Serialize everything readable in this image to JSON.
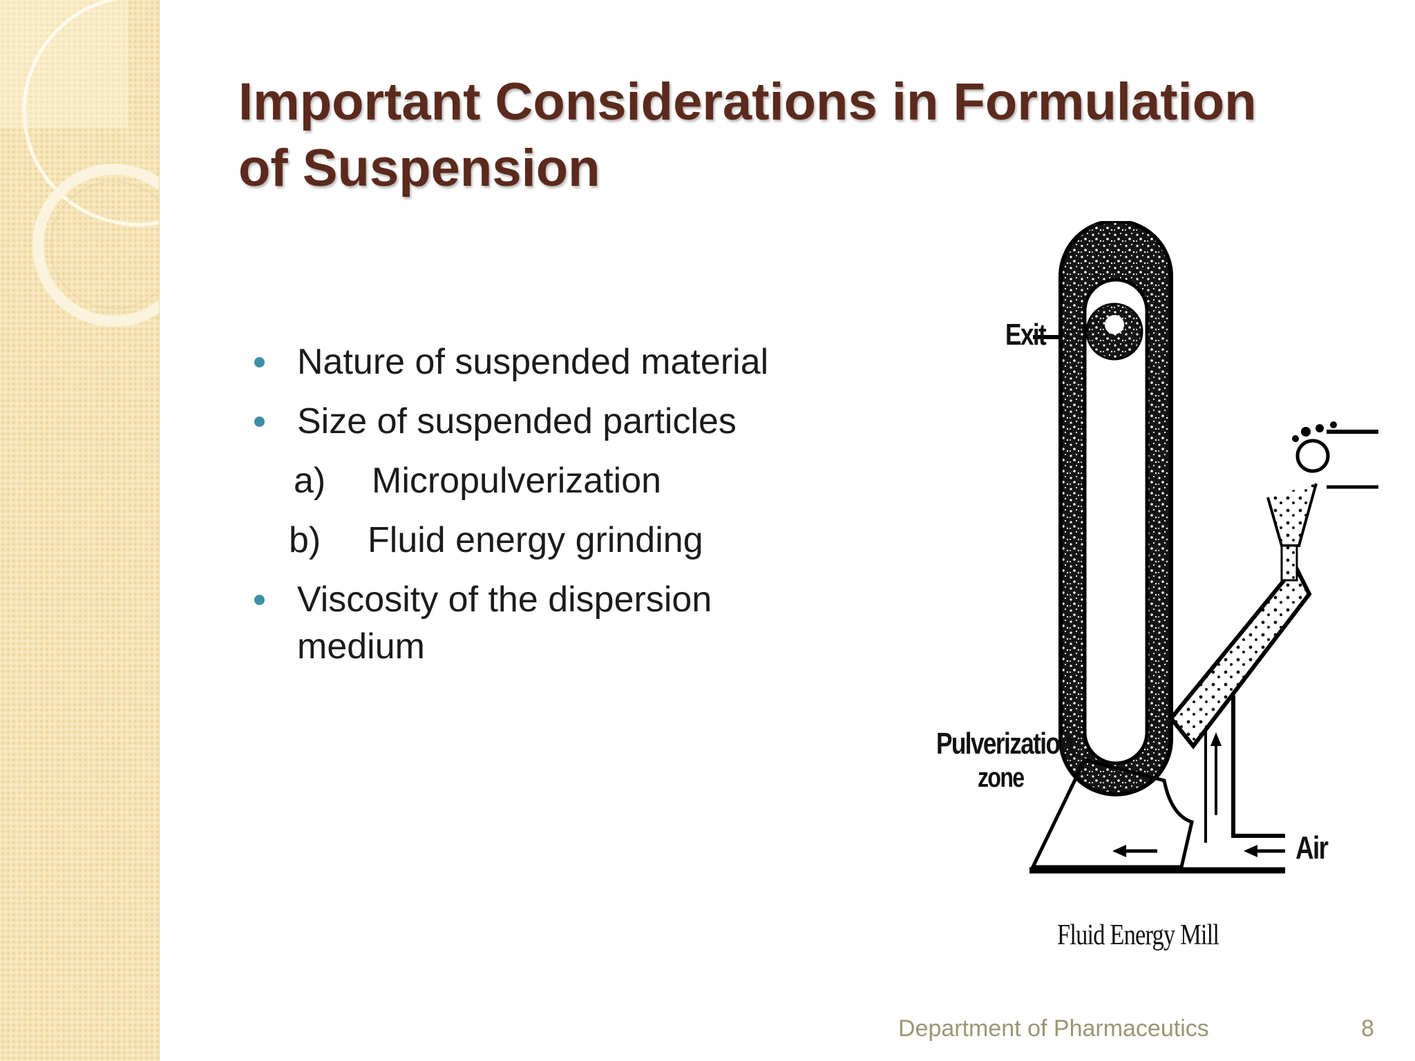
{
  "slide": {
    "title_lines": [
      "Important Considerations in Formulation",
      "of Suspension"
    ],
    "bullets": [
      {
        "text": "Nature of suspended material"
      },
      {
        "text": "Size of suspended particles"
      },
      {
        "letter": "a)",
        "text": "Micropulverization"
      },
      {
        "letter": "b)",
        "text": "Fluid energy grinding"
      },
      {
        "text_lines": [
          "Viscosity of the dispersion",
          "medium"
        ]
      }
    ],
    "bullet_color": "#3e8fa3",
    "title_color": "#5b2a1d"
  },
  "figure": {
    "labels": {
      "exit": "Exit",
      "pulverization_line1": "Pulverization",
      "pulverization_line2": "zone",
      "air": "Air"
    },
    "caption": "Fluid Energy Mill"
  },
  "footer": {
    "department": "Department of Pharmaceutics",
    "page_number": "8"
  }
}
